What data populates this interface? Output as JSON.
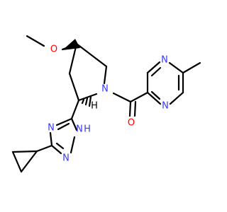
{
  "colors": {
    "carbon": "#000000",
    "nitrogen": "#3838ff",
    "oxygen": "#ff0000"
  },
  "atoms": {
    "methoxy_o": "O",
    "pyrrolidine_n": "N",
    "carbonyl_o": "O",
    "pyrazine_n1": "N",
    "pyrazine_n2": "N",
    "triazole_n1": "N",
    "triazole_nh": "N",
    "triazole_h": "H",
    "triazole_n3": "N",
    "stereo_h": "H"
  }
}
